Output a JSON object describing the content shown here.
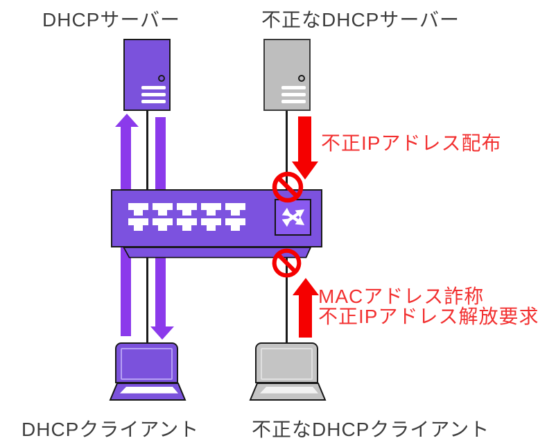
{
  "nodes": {
    "dhcp_server": {
      "label": "DHCPサーバー",
      "device": "tower-server",
      "status": "trusted"
    },
    "rogue_dhcp_server": {
      "label": "不正なDHCPサーバー",
      "device": "tower-server",
      "status": "rogue"
    },
    "dhcp_client": {
      "label": "DHCPクライアント",
      "device": "laptop",
      "status": "trusted"
    },
    "rogue_dhcp_client": {
      "label": "不正なDHCPクライアント",
      "device": "laptop",
      "status": "rogue"
    },
    "switch": {
      "device": "ethernet-switch",
      "port_rows": 2,
      "ports_per_row": 5
    }
  },
  "flows": {
    "dhcp_request": {
      "direction": "up",
      "from": "dhcp_client",
      "to": "dhcp_server",
      "blocked": false
    },
    "dhcp_response": {
      "direction": "down",
      "from": "dhcp_server",
      "to": "dhcp_client",
      "blocked": false
    },
    "rogue_distribution": {
      "label": "不正IPアドレス配布",
      "direction": "down",
      "blocked": true
    },
    "rogue_release": {
      "line1": "MACアドレス詐称",
      "line2": "不正IPアドレス解放要求",
      "direction": "up",
      "blocked": true
    }
  },
  "icons": {
    "switch_icon": "crossed-arrows",
    "blocked_icon": "prohibition-sign",
    "server_icon": "tower-server",
    "client_icon": "laptop"
  },
  "colors": {
    "purple": "#7B52DC",
    "switch_purple": "#7C52DF",
    "switch_icon_bg": "#8A5AF0",
    "arrow_purple": "#8B3AEB",
    "gray": "#BEBEBE",
    "laptop_gray": "#C4C4C4",
    "red": "#F50000",
    "red_text": "#F23030",
    "label_text": "#3D3D3D",
    "outline": "#1A1A1A"
  }
}
